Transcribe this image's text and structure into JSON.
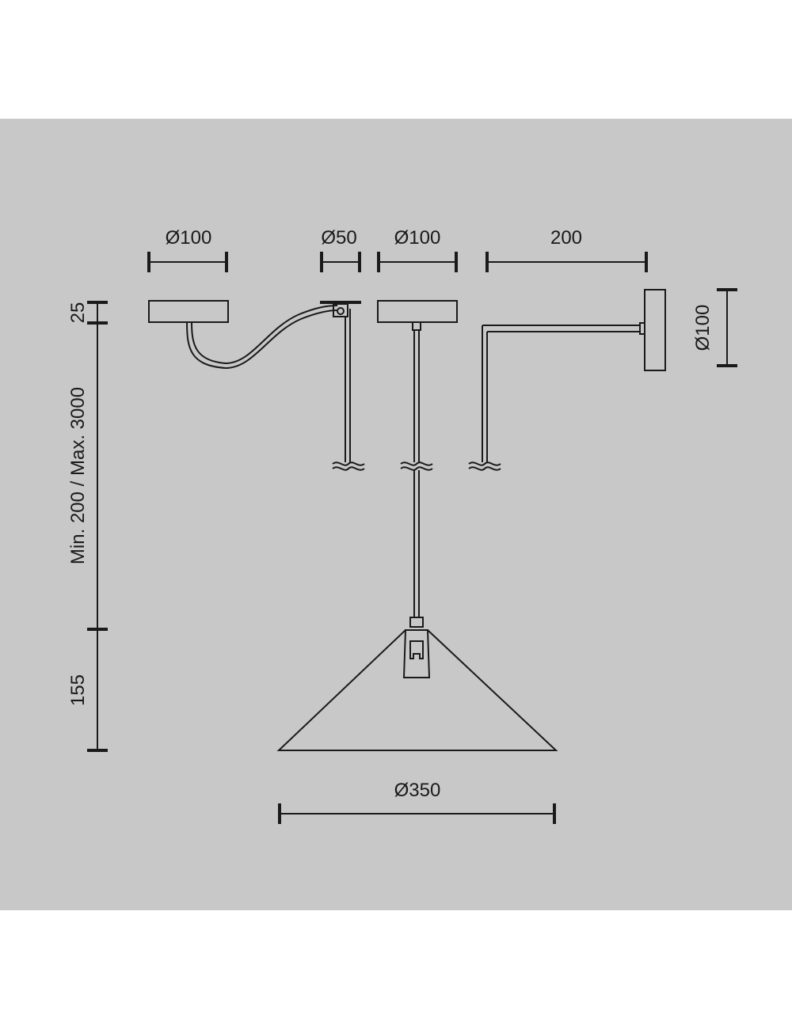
{
  "diagram": {
    "background_color": "#c8c8c8",
    "line_color": "#1a1a1a",
    "dimensions": {
      "canopy_left_diameter": "Ø100",
      "arm_mount_diameter": "Ø50",
      "canopy_center_diameter": "Ø100",
      "arm_length": "200",
      "wall_plate_diameter": "Ø100",
      "canopy_height": "25",
      "cable_length": "Min. 200 / Max. 3000",
      "shade_height": "155",
      "shade_diameter": "Ø350"
    }
  }
}
